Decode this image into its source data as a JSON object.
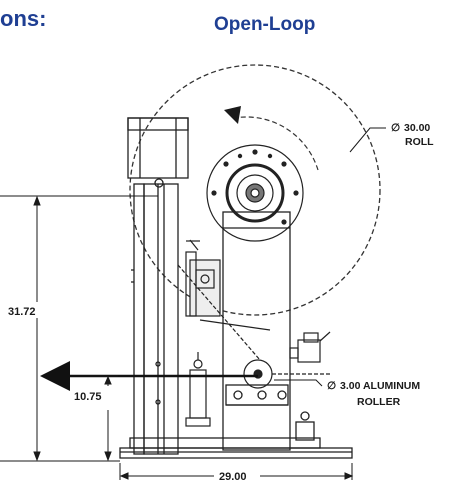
{
  "header": {
    "left_text": "ons:",
    "right_text": "Open-Loop"
  },
  "callouts": {
    "roll_diameter": "30.00",
    "roll_label": "ROLL",
    "roller_diameter": "3.00 ALUMINUM",
    "roller_label": "ROLLER",
    "diameter_symbol": "∅"
  },
  "dimensions": {
    "height_total": "31.72",
    "height_roller": "10.75",
    "width_base": "29.00"
  },
  "colors": {
    "heading": "#1f3f93",
    "drawing": "#1a1a1a"
  }
}
